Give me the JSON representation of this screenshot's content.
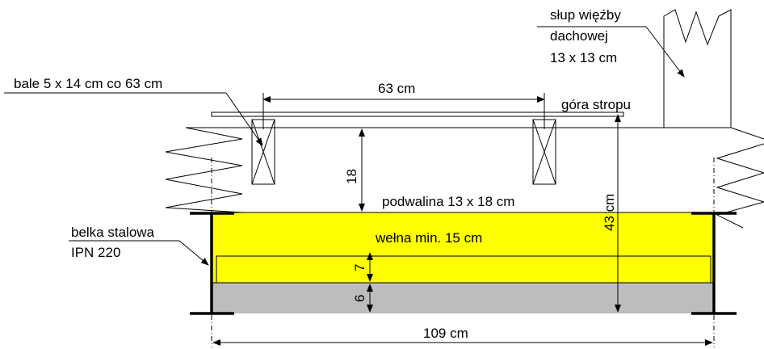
{
  "labels": {
    "column_line1": "słup więźby",
    "column_line2": "dachowej",
    "column_line3": "13 x 13 cm",
    "planks": "bale 5 x 14 cm co 63 cm",
    "spacing": "63 cm",
    "ceiling_top": "góra stropu",
    "sill_height": "18",
    "total_height": "43 cm",
    "sill": "podwalina 13 x 18 cm",
    "beam_line1": "belka stalowa",
    "beam_line2": "IPN 220",
    "wool": "wełna min. 15 cm",
    "layer_7": "7",
    "layer_6": "6",
    "width": "109 cm"
  },
  "colors": {
    "wool": "#ffff00",
    "concrete": "#bdbdbd",
    "lines": "#000000"
  }
}
